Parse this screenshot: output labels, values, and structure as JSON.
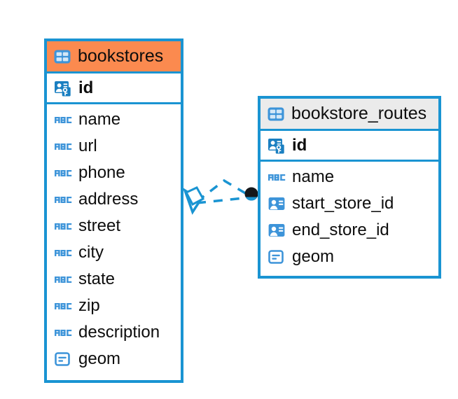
{
  "diagram": {
    "type": "entity-relationship-diagram",
    "background_color": "#ffffff",
    "accent_color": "#1a94d2",
    "highlight_color": "#fb8a4f",
    "neutral_header_color": "#ebebeb"
  },
  "entities": [
    {
      "id": "bookstores",
      "title": "bookstores",
      "header_style": "accent-orange",
      "icon": "table-icon",
      "primary_key": {
        "name": "id",
        "icon": "primary-key-icon"
      },
      "fields": [
        {
          "name": "name",
          "icon": "text-abc-icon"
        },
        {
          "name": "url",
          "icon": "text-abc-icon"
        },
        {
          "name": "phone",
          "icon": "text-abc-icon"
        },
        {
          "name": "address",
          "icon": "text-abc-icon"
        },
        {
          "name": "street",
          "icon": "text-abc-icon"
        },
        {
          "name": "city",
          "icon": "text-abc-icon"
        },
        {
          "name": "state",
          "icon": "text-abc-icon"
        },
        {
          "name": "zip",
          "icon": "text-abc-icon"
        },
        {
          "name": "description",
          "icon": "text-abc-icon"
        },
        {
          "name": "geom",
          "icon": "geometry-icon"
        }
      ]
    },
    {
      "id": "bookstore_routes",
      "title": "bookstore_routes",
      "header_style": "accent-gray",
      "icon": "table-icon",
      "primary_key": {
        "name": "id",
        "icon": "primary-key-icon"
      },
      "fields": [
        {
          "name": "name",
          "icon": "text-abc-icon"
        },
        {
          "name": "start_store_id",
          "icon": "foreign-key-icon"
        },
        {
          "name": "end_store_id",
          "icon": "foreign-key-icon"
        },
        {
          "name": "geom",
          "icon": "geometry-icon"
        }
      ]
    }
  ],
  "relationship": {
    "from_entity": "bookstores",
    "to_entity": "bookstore_routes",
    "line_style": "dashed",
    "line_color": "#1a94d2",
    "source_marker": "crows-foot-diamond-marker",
    "target_marker": "filled-circle-marker"
  }
}
